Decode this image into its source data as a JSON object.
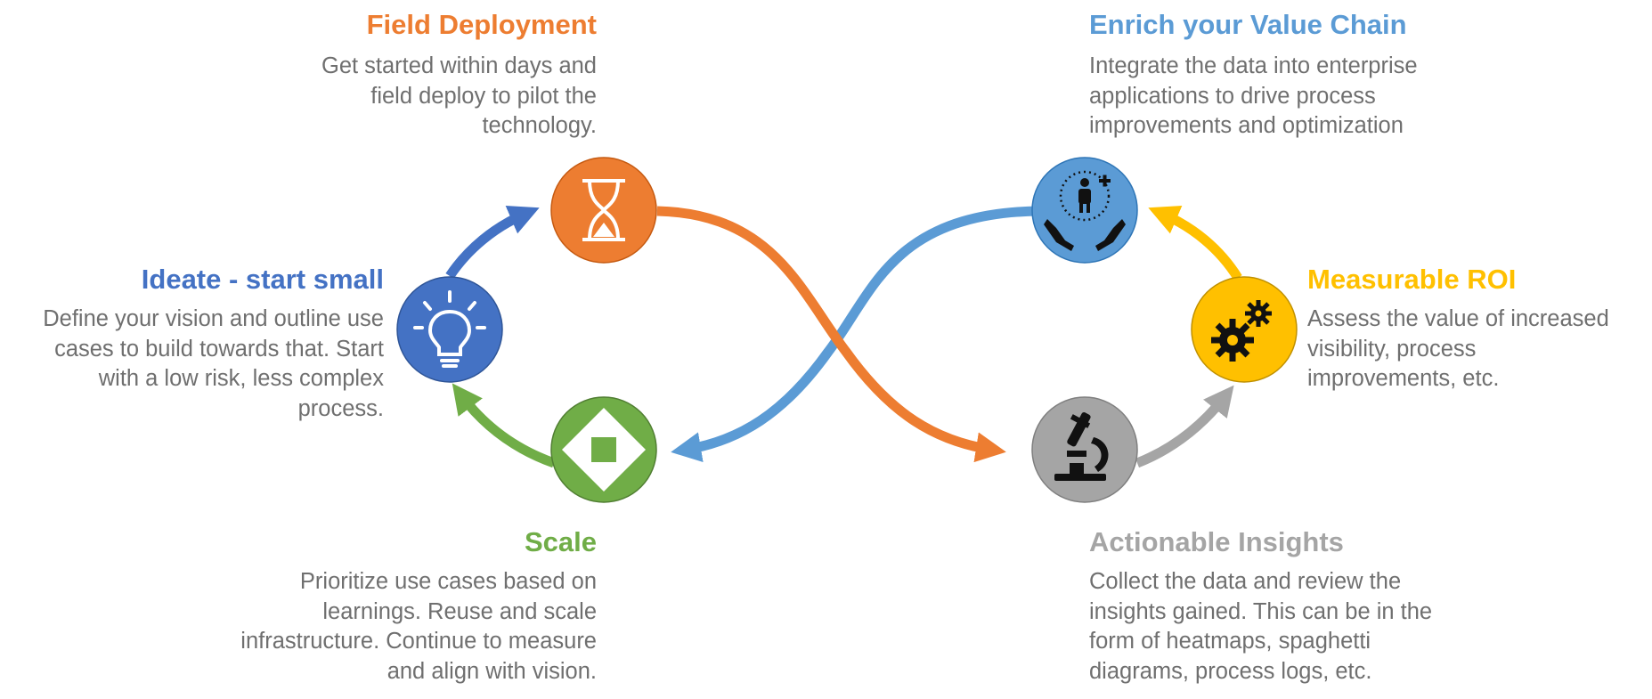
{
  "stages": {
    "field_deployment": {
      "title": "Field Deployment",
      "lines": [
        "Get started within days and",
        "field deploy to pilot the",
        "technology."
      ],
      "color": "#ed7d31",
      "icon": "hourglass-icon"
    },
    "ideate": {
      "title": "Ideate - start small",
      "lines": [
        "Define your vision and outline use",
        "cases to build towards that. Start",
        "with a low risk, less complex",
        "process."
      ],
      "color": "#4472c4",
      "icon": "lightbulb-icon"
    },
    "scale": {
      "title": "Scale",
      "lines": [
        "Prioritize use cases based on",
        "learnings. Reuse and scale",
        "infrastructure. Continue to measure",
        "and align with vision."
      ],
      "color": "#70ad47",
      "icon": "expand-arrows-icon"
    },
    "enrich": {
      "title": "Enrich your Value Chain",
      "lines": [
        "Integrate the data into enterprise",
        "applications to drive process",
        "improvements and optimization"
      ],
      "color": "#5b9bd5",
      "icon": "hands-person-plus-icon"
    },
    "roi": {
      "title": "Measurable ROI",
      "lines": [
        "Assess the value of increased",
        "visibility, process",
        "improvements, etc."
      ],
      "color": "#ffc000",
      "icon": "gears-icon"
    },
    "insights": {
      "title": "Actionable Insights",
      "lines": [
        "Collect the data and review the",
        "insights gained. This can be in the",
        "form of heatmaps, spaghetti",
        "diagrams, process logs, etc."
      ],
      "color": "#a5a5a5",
      "icon": "microscope-icon"
    }
  }
}
